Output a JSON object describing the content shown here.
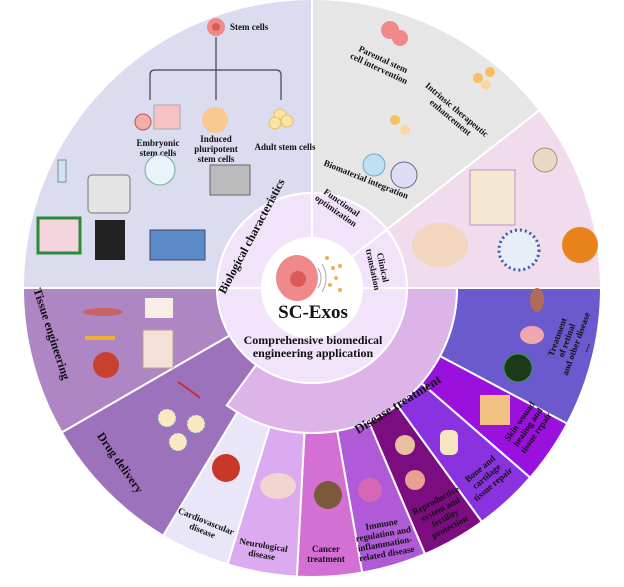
{
  "title": "SC-Exos",
  "inner_ring": {
    "biological": "Biological characteristics",
    "functional": [
      "Functional",
      "optimization"
    ],
    "clinical": [
      "Clinical",
      "translation"
    ],
    "comprehensive": [
      "Comprehensive biomedical",
      "engineering application"
    ]
  },
  "disease_band": "Disease treatment",
  "biological_panel": {
    "stem_cells": "Stem cells",
    "embryonic": [
      "Embryonic",
      "stem cells"
    ],
    "induced": [
      "Induced",
      "pluripotent",
      "stem cells"
    ],
    "adult": "Adult stem cells"
  },
  "functional_panel": {
    "parental": [
      "Parental stem",
      "cell intervention"
    ],
    "intrinsic": [
      "Intrinsic therapeutic",
      "enhancement"
    ],
    "biomaterial": "Biomaterial integration"
  },
  "applications": {
    "tissue": "Tissue engineering",
    "drug": "Drug delivery"
  },
  "diseases": {
    "cardiovascular": [
      "Cardiovascular",
      "disease"
    ],
    "neurological": [
      "Neurological",
      "disease"
    ],
    "cancer": [
      "Cancer",
      "treatment"
    ],
    "immune": [
      "Immune",
      "regulation and",
      "inflammation-",
      "related disease"
    ],
    "reproductive": [
      "Reproductive",
      "system and",
      "fertility",
      "protection"
    ],
    "bone": [
      "Bone and",
      "cartilage",
      "tissue repair"
    ],
    "skin": [
      "Skin wound",
      "healing and",
      "tissue repair"
    ],
    "retinal": [
      "Treatment",
      "of retinal",
      "and other disease",
      "...."
    ]
  },
  "colors": {
    "biological": "#dcdcf0",
    "functional": "#e6e6e6",
    "clinical": "#f0dcec",
    "retinal": "#6a5acd",
    "skin": "#9a10dc",
    "bone": "#8b32e0",
    "reproductive": "#7b0d80",
    "immune": "#b05ad8",
    "cancer": "#d470d4",
    "neurological": "#dcaaf0",
    "cardiovascular": "#e8e6f8",
    "drug": "#9c72bc",
    "tissue": "#ad86c3",
    "band": "#dcb4e8",
    "inner": "#f1e4fa"
  }
}
